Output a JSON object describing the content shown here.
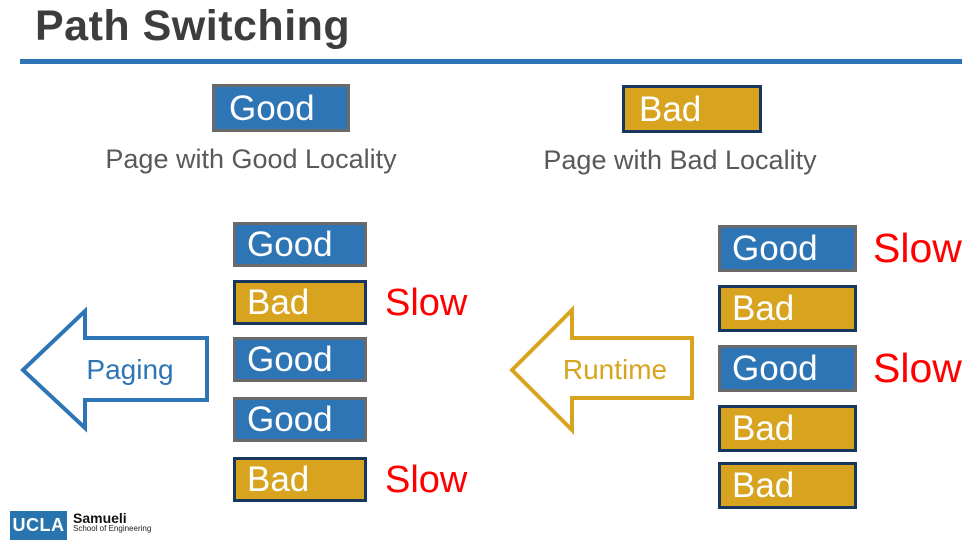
{
  "title": "Path Switching",
  "colors": {
    "blue": "#2E75B6",
    "gold": "#D8A41F",
    "red": "#FF0000",
    "gray_border": "#6A6A6A",
    "navy_border": "#17375E",
    "text_gray": "#595959",
    "title_color": "#3D3D3D",
    "ucla_blue": "#2774AE"
  },
  "legend": {
    "good": {
      "label": "Good",
      "caption": "Page with Good Locality"
    },
    "bad": {
      "label": "Bad",
      "caption": "Page with Bad Locality"
    }
  },
  "paging_group": {
    "arrow_label": "Paging",
    "rows": [
      {
        "label": "Good",
        "type": "good",
        "annotation": ""
      },
      {
        "label": "Bad",
        "type": "bad",
        "annotation": "Slow"
      },
      {
        "label": "Good",
        "type": "good",
        "annotation": ""
      },
      {
        "label": "Good",
        "type": "good",
        "annotation": ""
      },
      {
        "label": "Bad",
        "type": "bad",
        "annotation": "Slow"
      }
    ]
  },
  "runtime_group": {
    "arrow_label": "Runtime",
    "rows": [
      {
        "label": "Good",
        "type": "good",
        "annotation": "Slow"
      },
      {
        "label": "Bad",
        "type": "bad",
        "annotation": ""
      },
      {
        "label": "Good",
        "type": "good",
        "annotation": "Slow"
      },
      {
        "label": "Bad",
        "type": "bad",
        "annotation": ""
      },
      {
        "label": "Bad",
        "type": "bad",
        "annotation": ""
      }
    ]
  },
  "footer": {
    "ucla_wordmark": "UCLA",
    "school_name": "Samueli",
    "school_subtitle": "School of Engineering"
  }
}
